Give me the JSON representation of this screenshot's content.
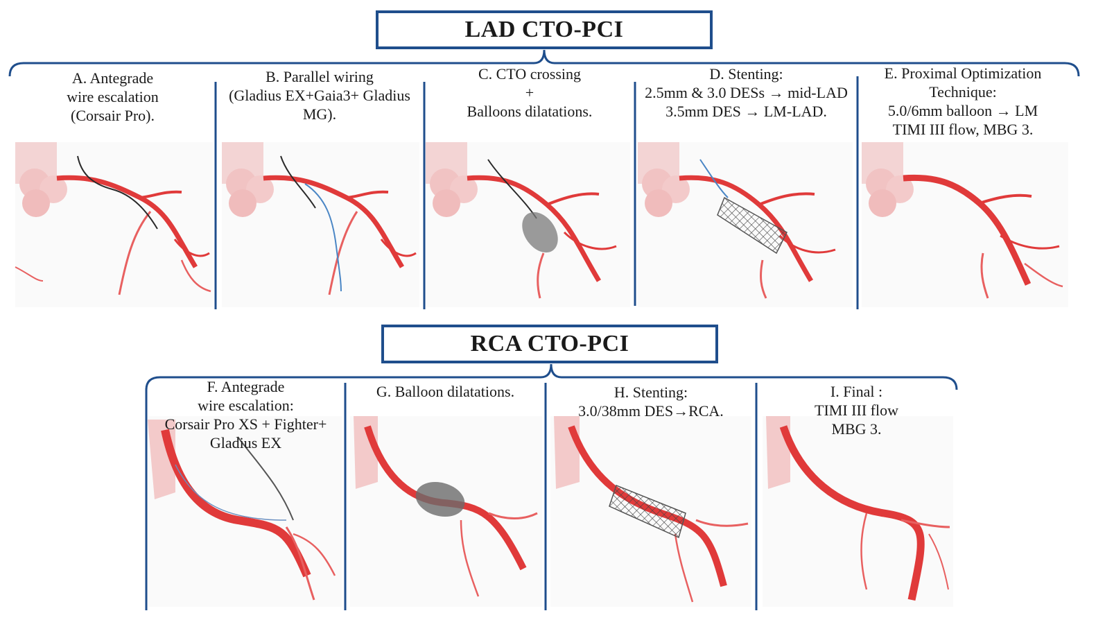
{
  "sections": [
    {
      "title": "LAD CTO-PCI",
      "panels": [
        {
          "id": "A",
          "lines": [
            "A. Antegrade",
            "wire escalation",
            "(Corsair Pro)."
          ]
        },
        {
          "id": "B",
          "lines": [
            "B. Parallel wiring",
            "(Gladius EX+Gaia3+ Gladius",
            "MG)."
          ]
        },
        {
          "id": "C",
          "lines": [
            "C. CTO crossing",
            "+",
            "Balloons dilatations."
          ]
        },
        {
          "id": "D",
          "lines": [
            "D. Stenting:",
            "2.5mm & 3.0 DESs → mid-LAD",
            "3.5mm DES → LM-LAD."
          ]
        },
        {
          "id": "E",
          "lines": [
            "E. Proximal Optimization",
            "Technique:",
            "5.0/6mm balloon → LM",
            "TIMI III flow, MBG 3."
          ]
        }
      ]
    },
    {
      "title": "RCA CTO-PCI",
      "panels": [
        {
          "id": "F",
          "lines": [
            "F. Antegrade",
            "wire escalation:",
            "Corsair Pro XS + Fighter+",
            "Gladius EX"
          ]
        },
        {
          "id": "G",
          "lines": [
            "G. Balloon dilatations."
          ]
        },
        {
          "id": "H",
          "lines": [
            "H. Stenting:",
            "3.0/38mm DES→RCA."
          ]
        },
        {
          "id": "I",
          "lines": [
            "I. Final :",
            "TIMI III flow",
            "MBG 3."
          ]
        }
      ]
    }
  ],
  "colors": {
    "frame": "#1f4e8c",
    "vessel": "#e03a3a",
    "vessel_light": "#f7b3b3",
    "wire": "#2a2a2a",
    "wire_blue": "#4a86c5",
    "device": "#6b6b6b"
  }
}
